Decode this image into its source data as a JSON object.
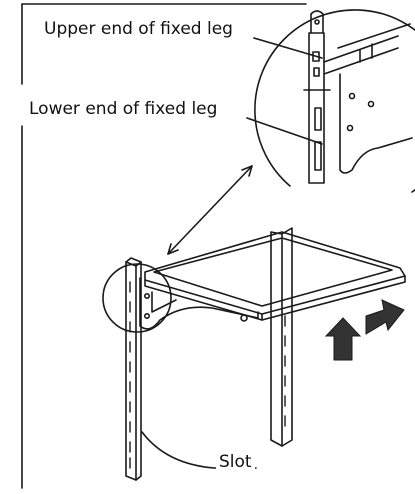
{
  "labels": {
    "upper_end": "Upper end of fixed leg",
    "lower_end": "Lower end of fixed leg",
    "slot": "Slot"
  },
  "colors": {
    "line": "#1a1a1a",
    "arrow_fill": "#333333",
    "background": "#ffffff"
  }
}
